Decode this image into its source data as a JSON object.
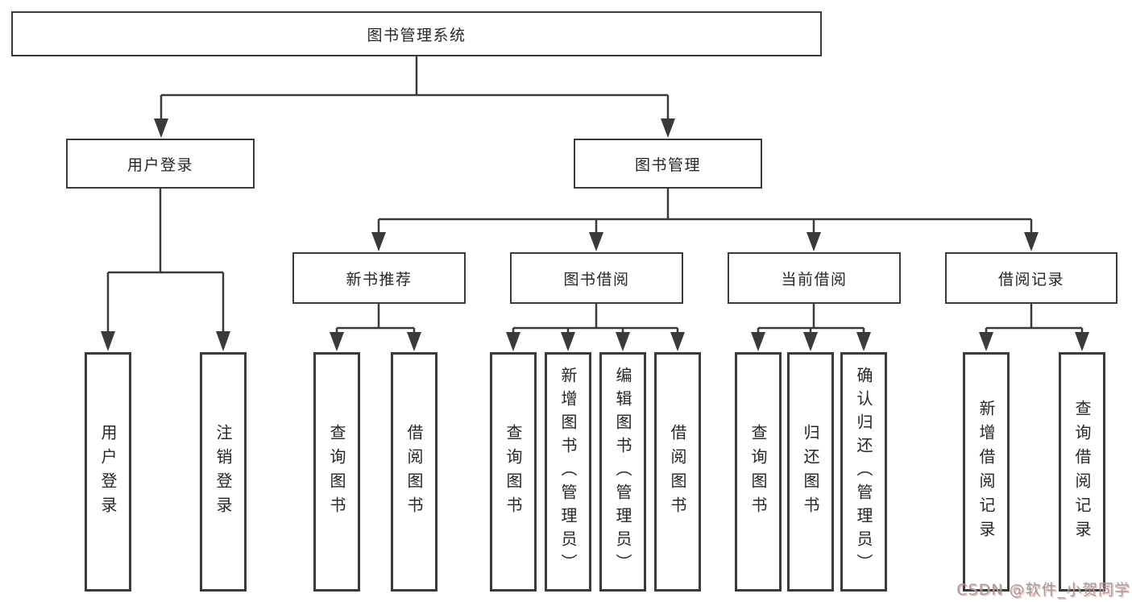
{
  "tree": {
    "root": "图书管理系统",
    "l2": [
      {
        "label": "用户登录",
        "leaves": [
          "用户登录",
          "注销登录"
        ]
      },
      {
        "label": "图书管理",
        "groups": [
          {
            "label": "新书推荐",
            "leaves": [
              "查询图书",
              "借阅图书"
            ]
          },
          {
            "label": "图书借阅",
            "leaves": [
              "查询图书",
              "新增图书（管理员）",
              "编辑图书（管理员）",
              "借阅图书"
            ]
          },
          {
            "label": "当前借阅",
            "leaves": [
              "查询图书",
              "归还图书",
              "确认归还（管理员）"
            ]
          },
          {
            "label": "借阅记录",
            "leaves": [
              "新增借阅记录",
              "查询借阅记录"
            ]
          }
        ]
      }
    ]
  },
  "watermark": {
    "text": "CSDN @软件_小贺同学"
  },
  "colors": {
    "line": "#3a3a3a",
    "border": "#3a3a3a",
    "text": "#262626",
    "watermark_text": "#9e9e9e"
  }
}
